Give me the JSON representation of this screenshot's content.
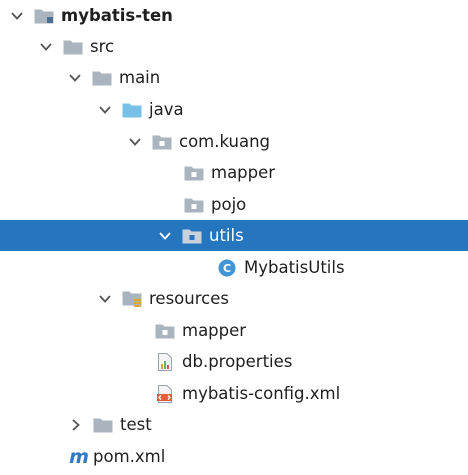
{
  "colors": {
    "folder": "#a9b4bf",
    "source_folder": "#78c0e8",
    "selection": "#2675bf",
    "class_icon": "#3f95d6",
    "xml_m": "#2f79c6"
  },
  "tree": [
    {
      "label": "mybatis-ten",
      "icon": "module-folder-icon",
      "expanded": true,
      "bold": true
    },
    {
      "label": "src",
      "icon": "folder-icon",
      "expanded": true
    },
    {
      "label": "main",
      "icon": "folder-icon",
      "expanded": true
    },
    {
      "label": "java",
      "icon": "source-folder-icon",
      "expanded": true
    },
    {
      "label": "com.kuang",
      "icon": "package-icon",
      "expanded": true
    },
    {
      "label": "mapper",
      "icon": "package-icon"
    },
    {
      "label": "pojo",
      "icon": "package-icon"
    },
    {
      "label": "utils",
      "icon": "package-icon",
      "expanded": true,
      "selected": true
    },
    {
      "label": "MybatisUtils",
      "icon": "class-icon",
      "icon_letter": "C"
    },
    {
      "label": "resources",
      "icon": "resources-folder-icon",
      "expanded": true
    },
    {
      "label": "mapper",
      "icon": "package-icon"
    },
    {
      "label": "db.properties",
      "icon": "properties-file-icon"
    },
    {
      "label": "mybatis-config.xml",
      "icon": "xml-file-icon"
    },
    {
      "label": "test",
      "icon": "folder-icon",
      "expanded": false
    },
    {
      "label": "pom.xml",
      "icon": "maven-pom-icon",
      "icon_letter": "m"
    }
  ]
}
